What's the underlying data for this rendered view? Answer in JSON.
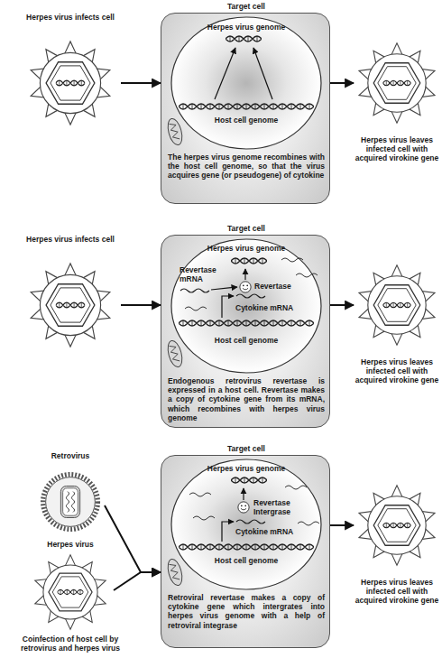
{
  "diagram": {
    "nodes": [
      {
        "text": [
          "Herpes virus infects cell"
        ]
      },
      {
        "text": [
          "Target cell",
          "The herpes virus genome recombines with the host cell genome, so that the virus acquires gene (or pseudogene) of cytokine"
        ]
      },
      {
        "text": [
          "Herpes virus genome",
          "Host cell genome"
        ],
        "in": 1
      },
      {
        "text": [
          "Herpes virus leaves infected cell with acquired virokine gene"
        ]
      },
      {
        "text": [
          "Herpes virus infects cell"
        ]
      },
      {
        "text": [
          "Target cell",
          "Endogenous retrovirus revertase is expressed in a host cell. Revertase makes a copy of cytokine gene from its mRNA, which recombines with herpes virus genome"
        ]
      },
      {
        "text": [
          "Herpes virus genome",
          "Revertase mRNA",
          "Revertase",
          "Cytokine mRNA",
          "Host cell genome"
        ],
        "in": 5
      },
      {
        "text": [
          "Herpes virus leaves infected cell with acquired virokine gene"
        ]
      },
      {
        "text": [
          "Retrovirus"
        ]
      },
      {
        "text": [
          "Herpes virus"
        ]
      },
      {
        "text": [
          "Target cell",
          "Retroviral revertase makes a copy of cytokine gene which intergrates into herpes virus genome with a help of retroviral integrase"
        ]
      },
      {
        "text": [
          "Herpes virus genome",
          "Revertase",
          "Intergrase",
          "Cytokine mRNA",
          "Host cell genome"
        ],
        "in": 10
      },
      {
        "text": [
          "Herpes virus leaves infected cell with acquired virokine gene"
        ]
      }
    ],
    "edges": [
      {
        "from": 0,
        "to": 1,
        "arrow": "to"
      },
      {
        "from": 1,
        "to": 3,
        "arrow": "to"
      },
      {
        "from": 4,
        "to": 5,
        "arrow": "to"
      },
      {
        "from": 5,
        "to": 7,
        "arrow": "to"
      },
      {
        "from": 8,
        "to": 10,
        "arrow": "to"
      },
      {
        "from": 9,
        "to": 10,
        "arrow": "to"
      },
      {
        "from": 10,
        "to": 12,
        "arrow": "to"
      }
    ],
    "labels": [
      "Coinfection of host cell by retrovirus and herpes virus"
    ]
  }
}
